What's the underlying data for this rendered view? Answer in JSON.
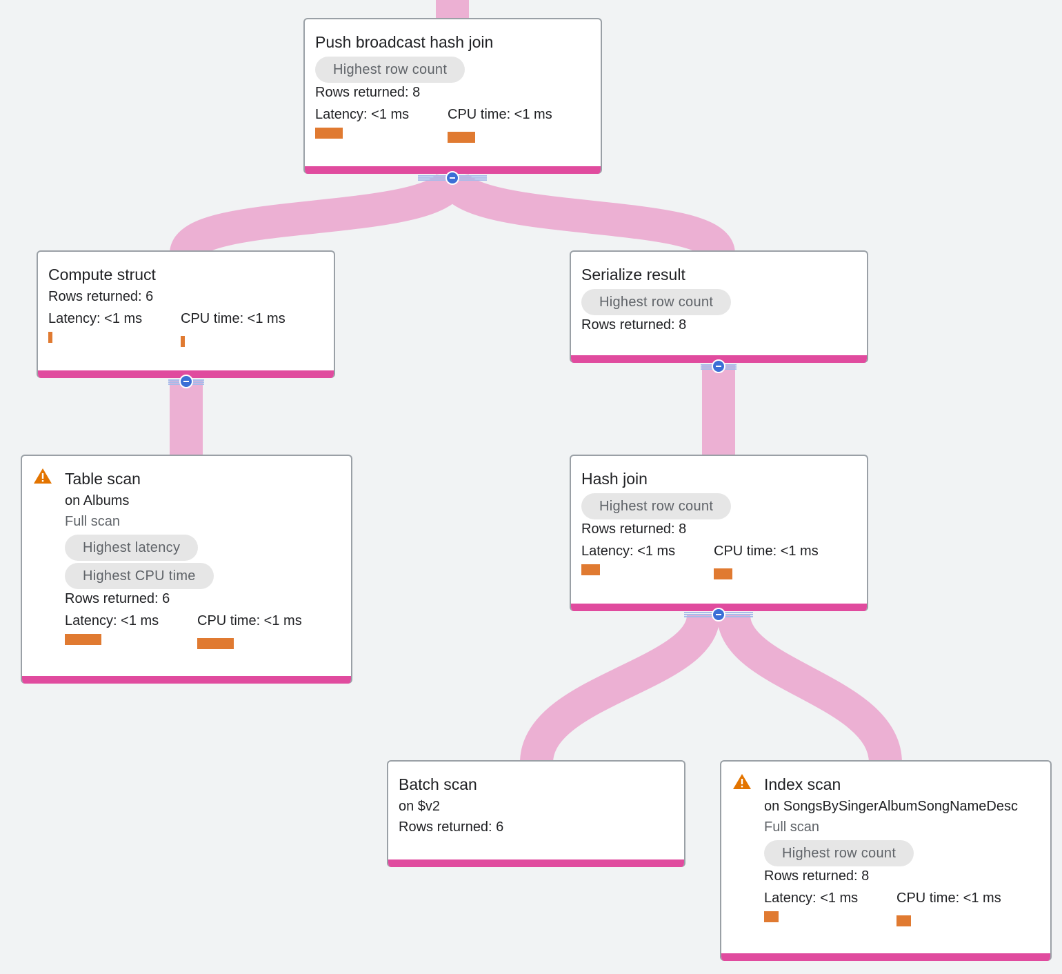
{
  "colors": {
    "background": "#f1f3f4",
    "edge": "#ecb0d3",
    "node_footer": "#e04b9e",
    "metric_bar": "#e07a31",
    "warning": "#e37400",
    "expander": "#3b6fd6",
    "chip_bg": "#e6e6e6"
  },
  "labels": {
    "rows_prefix": "Rows returned:",
    "latency_prefix": "Latency:",
    "cpu_prefix": "CPU time:"
  },
  "nodes": {
    "push_broadcast_hash_join": {
      "title": "Push broadcast hash join",
      "chip": "Highest row count",
      "rows": "Rows returned: 8",
      "latency": "Latency: <1 ms",
      "cpu": "CPU time: <1 ms",
      "latency_level": 0.5,
      "cpu_level": 0.5
    },
    "compute_struct": {
      "title": "Compute struct",
      "rows": "Rows returned: 6",
      "latency": "Latency: <1 ms",
      "cpu": "CPU time: <1 ms",
      "latency_level": 0.07,
      "cpu_level": 0.07
    },
    "serialize_result": {
      "title": "Serialize result",
      "chip": "Highest row count",
      "rows": "Rows returned: 8"
    },
    "table_scan": {
      "title": "Table scan",
      "icon": "warning-icon",
      "subtitle": "on Albums",
      "detail": "Full scan",
      "chips": [
        "Highest latency",
        "Highest CPU time"
      ],
      "rows": "Rows returned: 6",
      "latency": "Latency: <1 ms",
      "cpu": "CPU time: <1 ms",
      "latency_level": 0.66,
      "cpu_level": 0.66
    },
    "hash_join": {
      "title": "Hash join",
      "chip": "Highest row count",
      "rows": "Rows returned: 8",
      "latency": "Latency: <1 ms",
      "cpu": "CPU time: <1 ms",
      "latency_level": 0.34,
      "cpu_level": 0.34
    },
    "batch_scan": {
      "title": "Batch scan",
      "subtitle": "on $v2",
      "rows": "Rows returned: 6"
    },
    "index_scan": {
      "title": "Index scan",
      "icon": "warning-icon",
      "subtitle": "on SongsBySingerAlbumSongNameDesc",
      "detail": "Full scan",
      "chip": "Highest row count",
      "rows": "Rows returned: 8",
      "latency": "Latency: <1 ms",
      "cpu": "CPU time: <1 ms",
      "latency_level": 0.26,
      "cpu_level": 0.26
    }
  }
}
